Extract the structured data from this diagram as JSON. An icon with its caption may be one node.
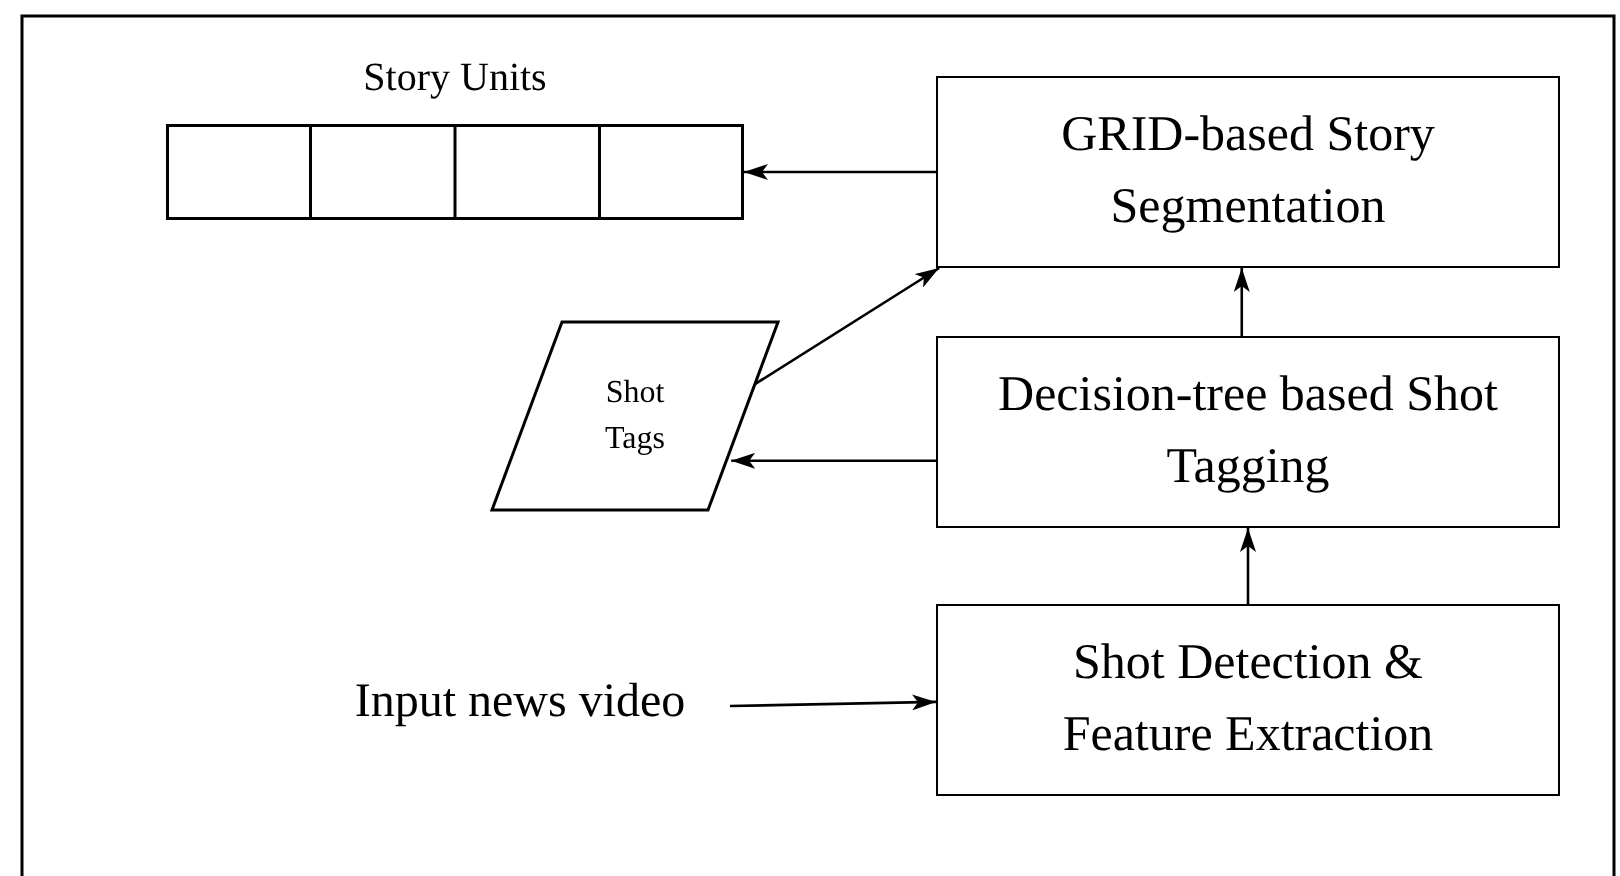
{
  "diagram": {
    "nodes": [
      {
        "text": [
          "Story Units"
        ]
      },
      {
        "text": [
          "GRID-based Story Segmentation"
        ]
      },
      {
        "text": [
          "Shot Tags"
        ]
      },
      {
        "text": [
          "Decision-tree based Shot Tagging"
        ]
      },
      {
        "text": [
          "Input news video"
        ]
      },
      {
        "text": [
          "Shot Detection & Feature Extraction"
        ]
      }
    ],
    "edges": [
      {
        "from": 1,
        "to": 0,
        "arrow": "to"
      },
      {
        "from": 2,
        "to": 1,
        "arrow": "to"
      },
      {
        "from": 3,
        "to": 2,
        "arrow": "to"
      },
      {
        "from": 3,
        "to": 1,
        "arrow": "to"
      },
      {
        "from": 5,
        "to": 3,
        "arrow": "to"
      },
      {
        "from": 4,
        "to": 5,
        "arrow": "to"
      }
    ]
  }
}
